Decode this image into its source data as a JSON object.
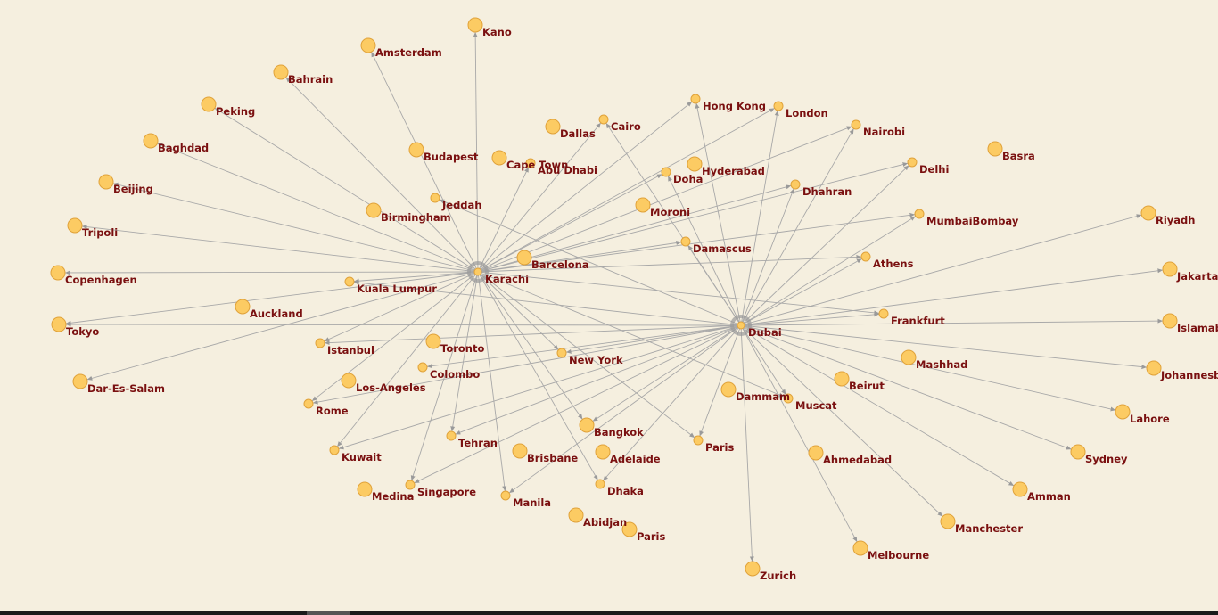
{
  "hubs": [
    "Karachi",
    "Dubai"
  ],
  "nodes": [
    {
      "id": "Karachi",
      "size": "hub"
    },
    {
      "id": "Dubai",
      "size": "hub"
    },
    {
      "id": "Kano",
      "size": "large"
    },
    {
      "id": "Amsterdam",
      "size": "large"
    },
    {
      "id": "Bahrain",
      "size": "large"
    },
    {
      "id": "Peking",
      "size": "large"
    },
    {
      "id": "Baghdad",
      "size": "large"
    },
    {
      "id": "Beijing",
      "size": "large"
    },
    {
      "id": "Tripoli",
      "size": "large"
    },
    {
      "id": "Copenhagen",
      "size": "large"
    },
    {
      "id": "Tokyo",
      "size": "large"
    },
    {
      "id": "Dar-Es-Salam",
      "size": "large"
    },
    {
      "id": "Auckland",
      "size": "large"
    },
    {
      "id": "Budapest",
      "size": "large"
    },
    {
      "id": "Birmingham",
      "size": "large"
    },
    {
      "id": "Jeddah",
      "size": "small"
    },
    {
      "id": "Cape Town",
      "size": "large"
    },
    {
      "id": "Abu Dhabi",
      "size": "small"
    },
    {
      "id": "Dallas",
      "size": "large"
    },
    {
      "id": "Cairo",
      "size": "small"
    },
    {
      "id": "Hong Kong",
      "size": "small"
    },
    {
      "id": "London",
      "size": "small"
    },
    {
      "id": "Nairobi",
      "size": "small"
    },
    {
      "id": "Basra",
      "size": "large"
    },
    {
      "id": "Doha",
      "size": "small"
    },
    {
      "id": "Hyderabad",
      "size": "large"
    },
    {
      "id": "Delhi",
      "size": "small"
    },
    {
      "id": "Dhahran",
      "size": "small"
    },
    {
      "id": "Moroni",
      "size": "large"
    },
    {
      "id": "MumbaiBombay",
      "size": "small"
    },
    {
      "id": "Riyadh",
      "size": "large"
    },
    {
      "id": "Damascus",
      "size": "small"
    },
    {
      "id": "Barcelona",
      "size": "large"
    },
    {
      "id": "Athens",
      "size": "small"
    },
    {
      "id": "Jakarta",
      "size": "large"
    },
    {
      "id": "Kuala Lumpur",
      "size": "small"
    },
    {
      "id": "Frankfurt",
      "size": "small"
    },
    {
      "id": "Islamabad",
      "size": "large"
    },
    {
      "id": "Istanbul",
      "size": "small"
    },
    {
      "id": "Toronto",
      "size": "large"
    },
    {
      "id": "New York",
      "size": "small"
    },
    {
      "id": "Colombo",
      "size": "small"
    },
    {
      "id": "Johannesburg",
      "size": "large"
    },
    {
      "id": "Mashhad",
      "size": "large"
    },
    {
      "id": "Los-Angeles",
      "size": "large"
    },
    {
      "id": "Rome",
      "size": "small"
    },
    {
      "id": "Dammam",
      "size": "large"
    },
    {
      "id": "Muscat",
      "size": "small"
    },
    {
      "id": "Beirut",
      "size": "large"
    },
    {
      "id": "Lahore",
      "size": "large"
    },
    {
      "id": "Bangkok",
      "size": "large"
    },
    {
      "id": "Tehran",
      "size": "small"
    },
    {
      "id": "Paris",
      "size": "small"
    },
    {
      "id": "Kuwait",
      "size": "small"
    },
    {
      "id": "Brisbane",
      "size": "large"
    },
    {
      "id": "Adelaide",
      "size": "large"
    },
    {
      "id": "Ahmedabad",
      "size": "large"
    },
    {
      "id": "Sydney",
      "size": "large"
    },
    {
      "id": "Medina",
      "size": "large"
    },
    {
      "id": "Singapore",
      "size": "small"
    },
    {
      "id": "Dhaka",
      "size": "small"
    },
    {
      "id": "Manila",
      "size": "small"
    },
    {
      "id": "Amman",
      "size": "large"
    },
    {
      "id": "Abidjan",
      "size": "large"
    },
    {
      "id": "Paris ",
      "size": "large"
    },
    {
      "id": "Manchester",
      "size": "large"
    },
    {
      "id": "Melbourne",
      "size": "large"
    },
    {
      "id": "Zurich",
      "size": "large"
    }
  ],
  "edges": [
    [
      "Karachi",
      "Kano"
    ],
    [
      "Karachi",
      "Amsterdam"
    ],
    [
      "Karachi",
      "Bahrain"
    ],
    [
      "Karachi",
      "Peking"
    ],
    [
      "Karachi",
      "Baghdad"
    ],
    [
      "Karachi",
      "Beijing"
    ],
    [
      "Karachi",
      "Tripoli"
    ],
    [
      "Karachi",
      "Copenhagen"
    ],
    [
      "Karachi",
      "Tokyo"
    ],
    [
      "Karachi",
      "Dar-Es-Salam"
    ],
    [
      "Karachi",
      "Kuala Lumpur"
    ],
    [
      "Karachi",
      "Istanbul"
    ],
    [
      "Karachi",
      "Rome"
    ],
    [
      "Karachi",
      "Kuwait"
    ],
    [
      "Karachi",
      "Singapore"
    ],
    [
      "Karachi",
      "Manila"
    ],
    [
      "Karachi",
      "Tehran"
    ],
    [
      "Karachi",
      "Dhaka"
    ],
    [
      "Karachi",
      "Bangkok"
    ],
    [
      "Karachi",
      "New York"
    ],
    [
      "Karachi",
      "Paris"
    ],
    [
      "Karachi",
      "Frankfurt"
    ],
    [
      "Karachi",
      "Athens"
    ],
    [
      "Karachi",
      "MumbaiBombay"
    ],
    [
      "Karachi",
      "Delhi"
    ],
    [
      "Karachi",
      "Dhahran"
    ],
    [
      "Karachi",
      "Nairobi"
    ],
    [
      "Karachi",
      "London"
    ],
    [
      "Karachi",
      "Hong Kong"
    ],
    [
      "Karachi",
      "Doha"
    ],
    [
      "Karachi",
      "Cairo"
    ],
    [
      "Karachi",
      "Abu Dhabi"
    ],
    [
      "Karachi",
      "Damascus"
    ],
    [
      "Karachi",
      "Muscat"
    ],
    [
      "Dubai",
      "Riyadh"
    ],
    [
      "Dubai",
      "Jakarta"
    ],
    [
      "Dubai",
      "Islamabad"
    ],
    [
      "Dubai",
      "Johannesburg"
    ],
    [
      "Dubai",
      "Lahore"
    ],
    [
      "Dubai",
      "Sydney"
    ],
    [
      "Dubai",
      "Amman"
    ],
    [
      "Dubai",
      "Manchester"
    ],
    [
      "Dubai",
      "Melbourne"
    ],
    [
      "Dubai",
      "Zurich"
    ],
    [
      "Dubai",
      "Paris"
    ],
    [
      "Dubai",
      "Dhaka"
    ],
    [
      "Dubai",
      "Bangkok"
    ],
    [
      "Dubai",
      "Tehran"
    ],
    [
      "Dubai",
      "Singapore"
    ],
    [
      "Dubai",
      "Manila"
    ],
    [
      "Dubai",
      "Kuwait"
    ],
    [
      "Dubai",
      "Rome"
    ],
    [
      "Dubai",
      "Colombo"
    ],
    [
      "Dubai",
      "Istanbul"
    ],
    [
      "Dubai",
      "New York"
    ],
    [
      "Dubai",
      "Frankfurt"
    ],
    [
      "Dubai",
      "Athens"
    ],
    [
      "Dubai",
      "MumbaiBombay"
    ],
    [
      "Dubai",
      "Delhi"
    ],
    [
      "Dubai",
      "Dhahran"
    ],
    [
      "Dubai",
      "Nairobi"
    ],
    [
      "Dubai",
      "London"
    ],
    [
      "Dubai",
      "Hong Kong"
    ],
    [
      "Dubai",
      "Doha"
    ],
    [
      "Dubai",
      "Cairo"
    ],
    [
      "Dubai",
      "Damascus"
    ],
    [
      "Dubai",
      "Jeddah"
    ],
    [
      "Dubai",
      "Kuala Lumpur"
    ],
    [
      "Dubai",
      "Muscat"
    ],
    [
      "Dubai",
      "Tokyo"
    ]
  ],
  "colors": {
    "background": "#f5efdf",
    "node": "#fccb63",
    "edge": "#a8a8a8",
    "label": "#7a1010"
  }
}
